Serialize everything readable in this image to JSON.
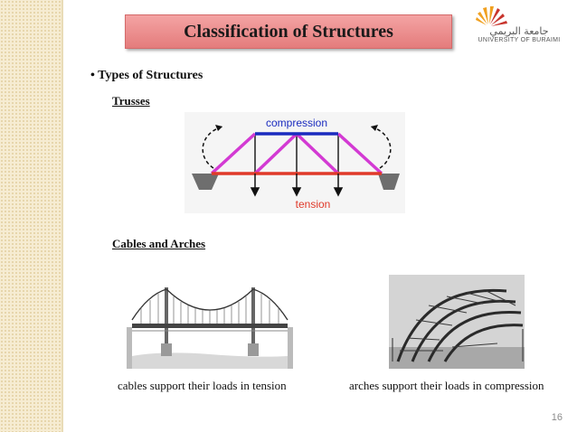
{
  "slide": {
    "title": "Classification of Structures",
    "bullet": "• Types of Structures",
    "heading_trusses": "Trusses",
    "heading_cables_arches": "Cables and Arches",
    "truss_label_top": "compression",
    "truss_label_bottom": "tension",
    "caption_cables": "cables support their loads in tension",
    "caption_arches": "arches support their loads in compression",
    "page_number": "16"
  },
  "logo": {
    "arabic_text": "جامعة البريمي",
    "english_text": "UNIVERSITY OF BURAIMI"
  },
  "colors": {
    "title_bg": "#ec8c8c",
    "sidebar": "#f6ecd2",
    "compression_member": "#1a2bbf",
    "tension_member": "#e03a2a",
    "diagonal_member": "#d33ad3",
    "logo_orange": "#f0a020",
    "logo_red": "#c8342c"
  }
}
